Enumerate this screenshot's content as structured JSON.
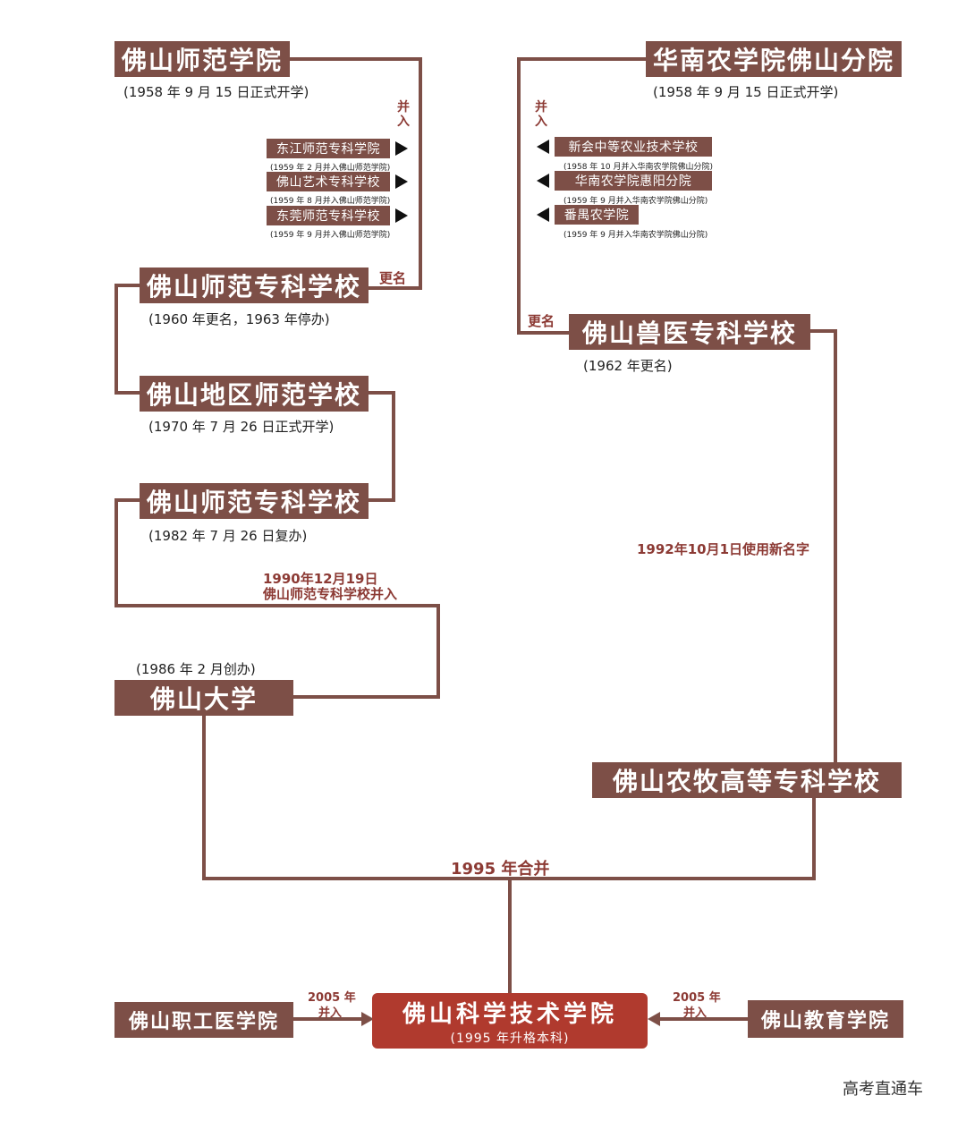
{
  "left": {
    "college1": "佛山师范学院",
    "college1_note": "(1958 年 9 月 15 日正式开学)",
    "merge_label": "并入",
    "merged": [
      {
        "name": "东江师范专科学院",
        "note": "(1959 年 2 月并入佛山师范学院)"
      },
      {
        "name": "佛山艺术专科学校",
        "note": "(1959 年 8 月并入佛山师范学院)"
      },
      {
        "name": "东莞师范专科学校",
        "note": "(1959 年 9 月并入佛山师范学院)"
      }
    ],
    "rename_label": "更名",
    "college2": "佛山师范专科学校",
    "college2_note": "(1960 年更名，1963 年停办)",
    "college3": "佛山地区师范学校",
    "college3_note": "(1970 年 7 月 26 日正式开学)",
    "college4": "佛山师范专科学校",
    "college4_note": "(1982 年 7 月 26 日复办)",
    "merge_1990_line1": "1990年12月19日",
    "merge_1990_line2": "佛山师范专科学校并入",
    "univ_note": "(1986 年 2 月创办)",
    "univ": "佛山大学"
  },
  "right": {
    "college1": "华南农学院佛山分院",
    "college1_note": "(1958 年 9 月 15 日正式开学)",
    "merge_label": "并入",
    "merged": [
      {
        "name": "新会中等农业技术学校",
        "note": "(1958 年 10 月并入华南农学院佛山分院)"
      },
      {
        "name": "华南农学院惠阳分院",
        "note": "(1959 年 9 月并入华南农学院佛山分院)"
      },
      {
        "name": "番禺农学院",
        "note": "(1959 年 9 月并入华南农学院佛山分院)"
      }
    ],
    "rename_label": "更名",
    "college2": "佛山兽医专科学校",
    "college2_note": "(1962 年更名)",
    "rename_1992": "1992年10月1日使用新名字",
    "college3": "佛山农牧高等专科学校"
  },
  "merge_1995": "1995 年合并",
  "bottom": {
    "left_school": "佛山职工医学院",
    "left_label_year": "2005 年",
    "left_label_action": "并入",
    "final_name": "佛山科学技术学院",
    "final_note": "(1995 年升格本科)",
    "right_label_year": "2005 年",
    "right_label_action": "并入",
    "right_school": "佛山教育学院"
  },
  "watermark": "高考直通车",
  "colors": {
    "box": "#7d4f47",
    "final": "#b03a2e",
    "accent_text": "#8c3a34"
  }
}
